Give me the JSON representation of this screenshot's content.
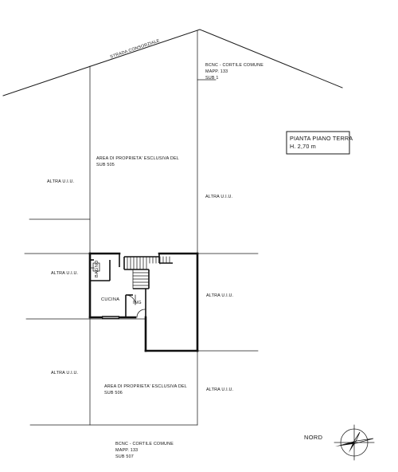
{
  "road": {
    "label": "STRADA CONSORZIALE"
  },
  "courtyard_top": {
    "line1": "BCNC - CORTILE COMUNE",
    "line2": "MAPP. 133",
    "line3": "SUB 1"
  },
  "title_box": {
    "line1": "PIANTA PIANO TERRA",
    "line2": "H. 2,70 m"
  },
  "area_upper": {
    "line1": "AREA DI PROPRIETA' ESCLUSIVA DEL",
    "line2": "SUB 505"
  },
  "area_lower": {
    "line1": "AREA DI PROPRIETA' ESCLUSIVA DEL",
    "line2": "SUB 506"
  },
  "other_units": {
    "left_upper": "ALTRA U.I.U.",
    "left_middle": "ALTRA U.I.U.",
    "left_lower": "ALTRA U.I.U.",
    "right_upper": "ALTRA U.I.U.",
    "right_middle": "ALTRA U.I.U.",
    "right_lower": "ALTRA U.I.U."
  },
  "rooms": {
    "bagno": "BAGNO",
    "cucina": "CUCINA",
    "ingresso": "ING"
  },
  "courtyard_bottom": {
    "line1": "BCNC - CORTILE COMUNE",
    "line2": "MAPP. 133",
    "line3": "SUB 507"
  },
  "compass": {
    "label": "NORD",
    "icon": "north-arrow-icon"
  }
}
